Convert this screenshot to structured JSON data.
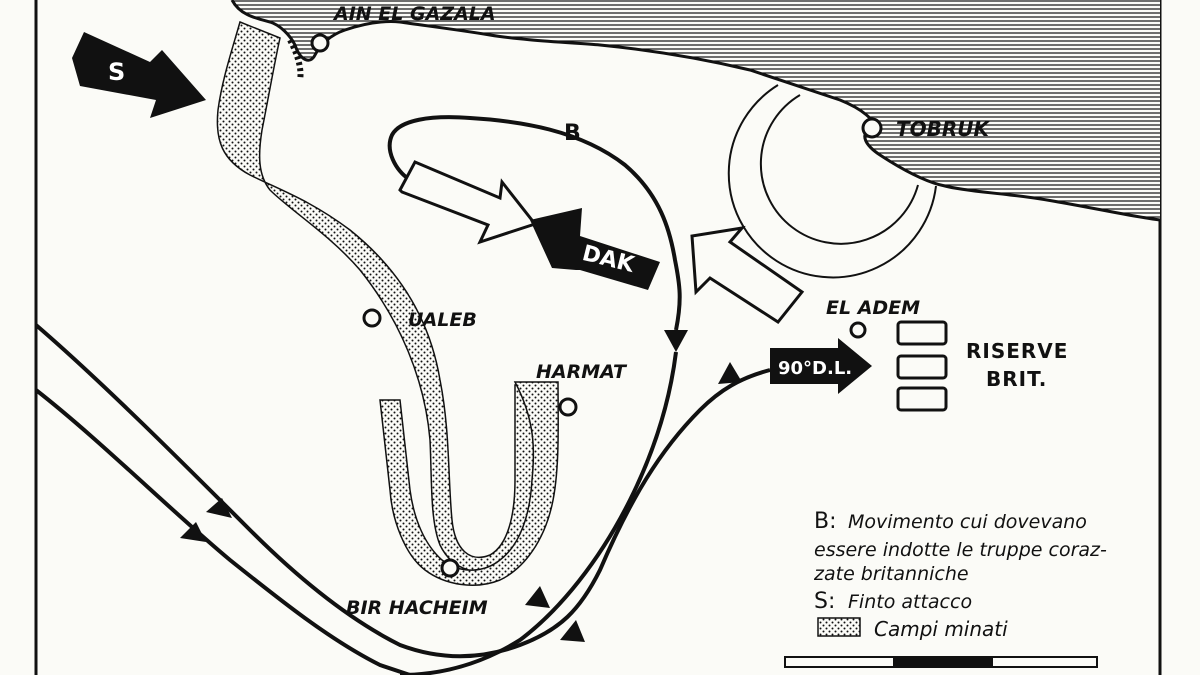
{
  "places": {
    "ain_el_gazala": "AIN EL GAZALA",
    "tobruk": "TOBRUK",
    "ualeb": "UALEB",
    "harmat": "HARMAT",
    "el_adem": "EL ADEM",
    "bir_hacheim": "BIR HACHEIM"
  },
  "forces": {
    "s_label": "S",
    "dak_label": "DAK",
    "div90_label": "90°D.L.",
    "b_label": "B",
    "reserves_line1": "RISERVE",
    "reserves_line2": "BRIT."
  },
  "legend": {
    "b_key": "B:",
    "b_text_1": "Movimento cui dovevano",
    "b_text_2": "essere indotte le truppe coraz-",
    "b_text_3": "zate britanniche",
    "s_key": "S:",
    "s_text": "Finto attacco",
    "mine_text": "Campi minati"
  },
  "colors": {
    "ink": "#111111",
    "paper": "#fbfbf7"
  }
}
